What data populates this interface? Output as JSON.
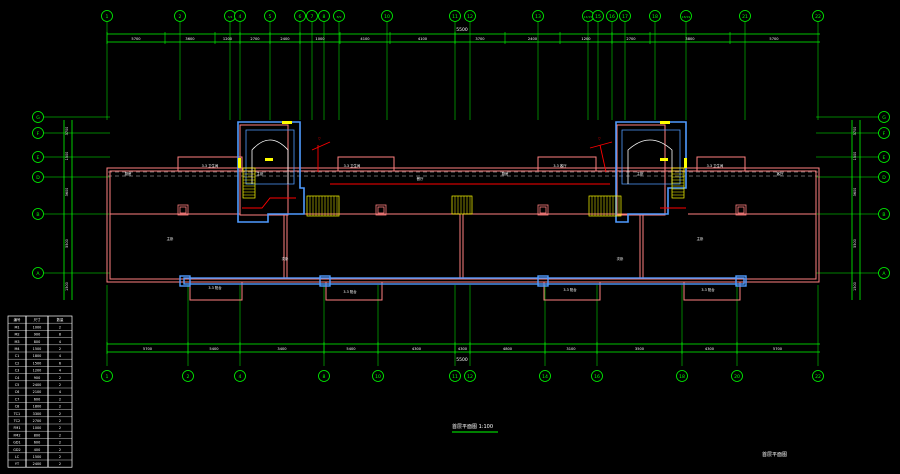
{
  "colors": {
    "background": "#000000",
    "axis": "#00ff00",
    "dimension": "#00ff00",
    "wall": "#ff7f7f",
    "window": "#4f9bff",
    "stair": "#ffff00",
    "annotation": "#ff0000",
    "text": "#ffffff",
    "dash": "#c8c8c8"
  },
  "axes_top": [
    "1",
    "2",
    "3/4",
    "4",
    "5",
    "6",
    "7",
    "8",
    "8/9",
    "10",
    "11",
    "12",
    "13",
    "14/15",
    "15",
    "16",
    "17",
    "18",
    "18/19",
    "21",
    "22"
  ],
  "axes_bottom": [
    "1",
    "2",
    "4",
    "8",
    "10",
    "11",
    "12",
    "14",
    "16",
    "18",
    "20",
    "22"
  ],
  "axes_rows": [
    "G",
    "F",
    "E",
    "D",
    "B",
    "A"
  ],
  "dims": {
    "top_overall": "5500",
    "bottom_overall": "5500",
    "top_segments": [
      "5700",
      "3600",
      "1200",
      "2700",
      "2400",
      "1000",
      "4100",
      "4100",
      "3700",
      "2400",
      "1200",
      "2700",
      "3800",
      "5700"
    ],
    "bottom_segments": [
      "5700",
      "5400",
      "3400",
      "5400",
      "4300",
      "4300",
      "4800",
      "3100",
      "3500",
      "4300",
      "5700"
    ],
    "left_segments": [
      "3700",
      "1500",
      "3600",
      "5500",
      "1500"
    ],
    "right_segments": [
      "3700",
      "1500",
      "3600",
      "5500",
      "1500"
    ]
  },
  "room_labels": [
    "3.3 卫生间",
    "主卧",
    "3.3 卫生间",
    "厨房",
    "餐厅",
    "主卧",
    "3.3 客厅",
    "3.3 卫生间",
    "厨房",
    "客厅",
    "主卧",
    "主卧",
    "次卧",
    "次卧",
    "3.3 阳台",
    "3.3 阳台",
    "3.3 阳台",
    "3.3 阳台"
  ],
  "title_main": "首层平面图 1:100",
  "title_corner": "首层平面图",
  "legend": {
    "headers": [
      "编号",
      "尺寸",
      "数量"
    ],
    "rows": [
      [
        "M1",
        "1000",
        "2"
      ],
      [
        "M2",
        "900",
        "8"
      ],
      [
        "M3",
        "800",
        "4"
      ],
      [
        "M4",
        "1500",
        "2"
      ],
      [
        "C1",
        "1800",
        "4"
      ],
      [
        "C2",
        "1500",
        "6"
      ],
      [
        "C3",
        "1200",
        "4"
      ],
      [
        "C4",
        "900",
        "2"
      ],
      [
        "C5",
        "2400",
        "2"
      ],
      [
        "C6",
        "2100",
        "4"
      ],
      [
        "C7",
        "600",
        "2"
      ],
      [
        "C8",
        "1800",
        "2"
      ],
      [
        "TC1",
        "3300",
        "2"
      ],
      [
        "TC2",
        "2700",
        "2"
      ],
      [
        "FM1",
        "1000",
        "2"
      ],
      [
        "FM2",
        "800",
        "2"
      ],
      [
        "GD1",
        "600",
        "2"
      ],
      [
        "GD2",
        "400",
        "2"
      ],
      [
        "LC",
        "1500",
        "2"
      ],
      [
        "YT",
        "2400",
        "2"
      ]
    ]
  }
}
